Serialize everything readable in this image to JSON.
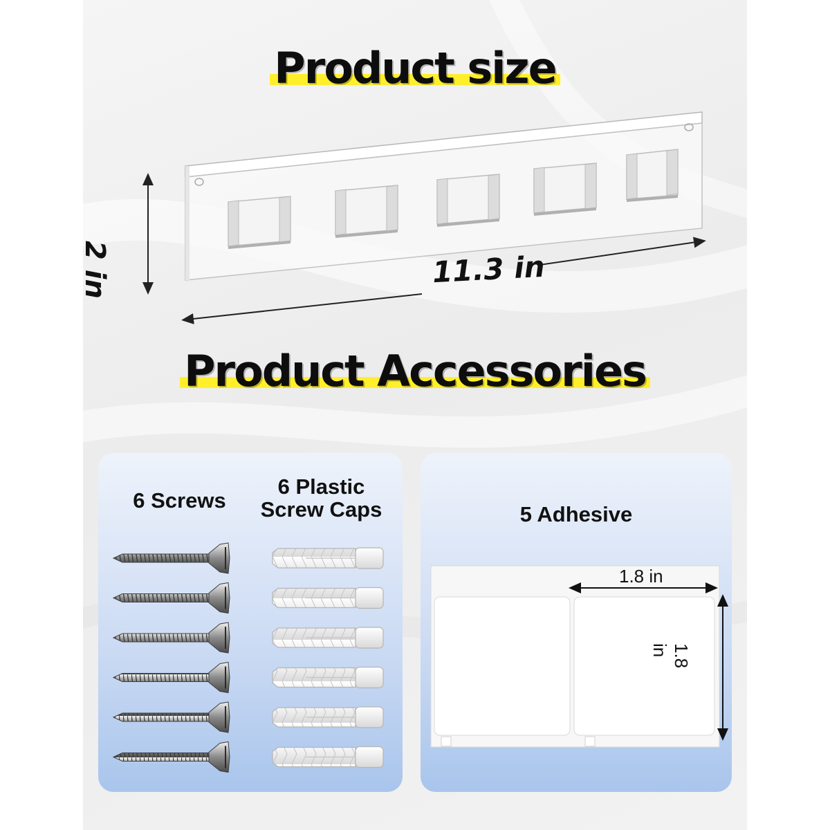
{
  "headings": {
    "size": "Product size",
    "accessories": "Product Accessories"
  },
  "dimensions": {
    "width": "11.3 in",
    "height": "2 in"
  },
  "accessories": {
    "screws": {
      "label": "6 Screws",
      "count": 6
    },
    "caps": {
      "label_line1": "6 Plastic",
      "label_line2": "Screw Caps",
      "count": 6
    },
    "adhesive": {
      "label": "5 Adhesive",
      "width": "1.8 in",
      "height": "1.8 in"
    }
  },
  "colors": {
    "highlight": "#ffef2b",
    "panel_top": "#eef3fb",
    "panel_bottom": "#a9c5ec",
    "text": "#0d0d0d"
  },
  "icons": {
    "rack": "acrylic-rack-with-5-holders",
    "screw": "screw-icon",
    "anchor": "wall-anchor-icon",
    "adhesive": "adhesive-pad-icon"
  }
}
